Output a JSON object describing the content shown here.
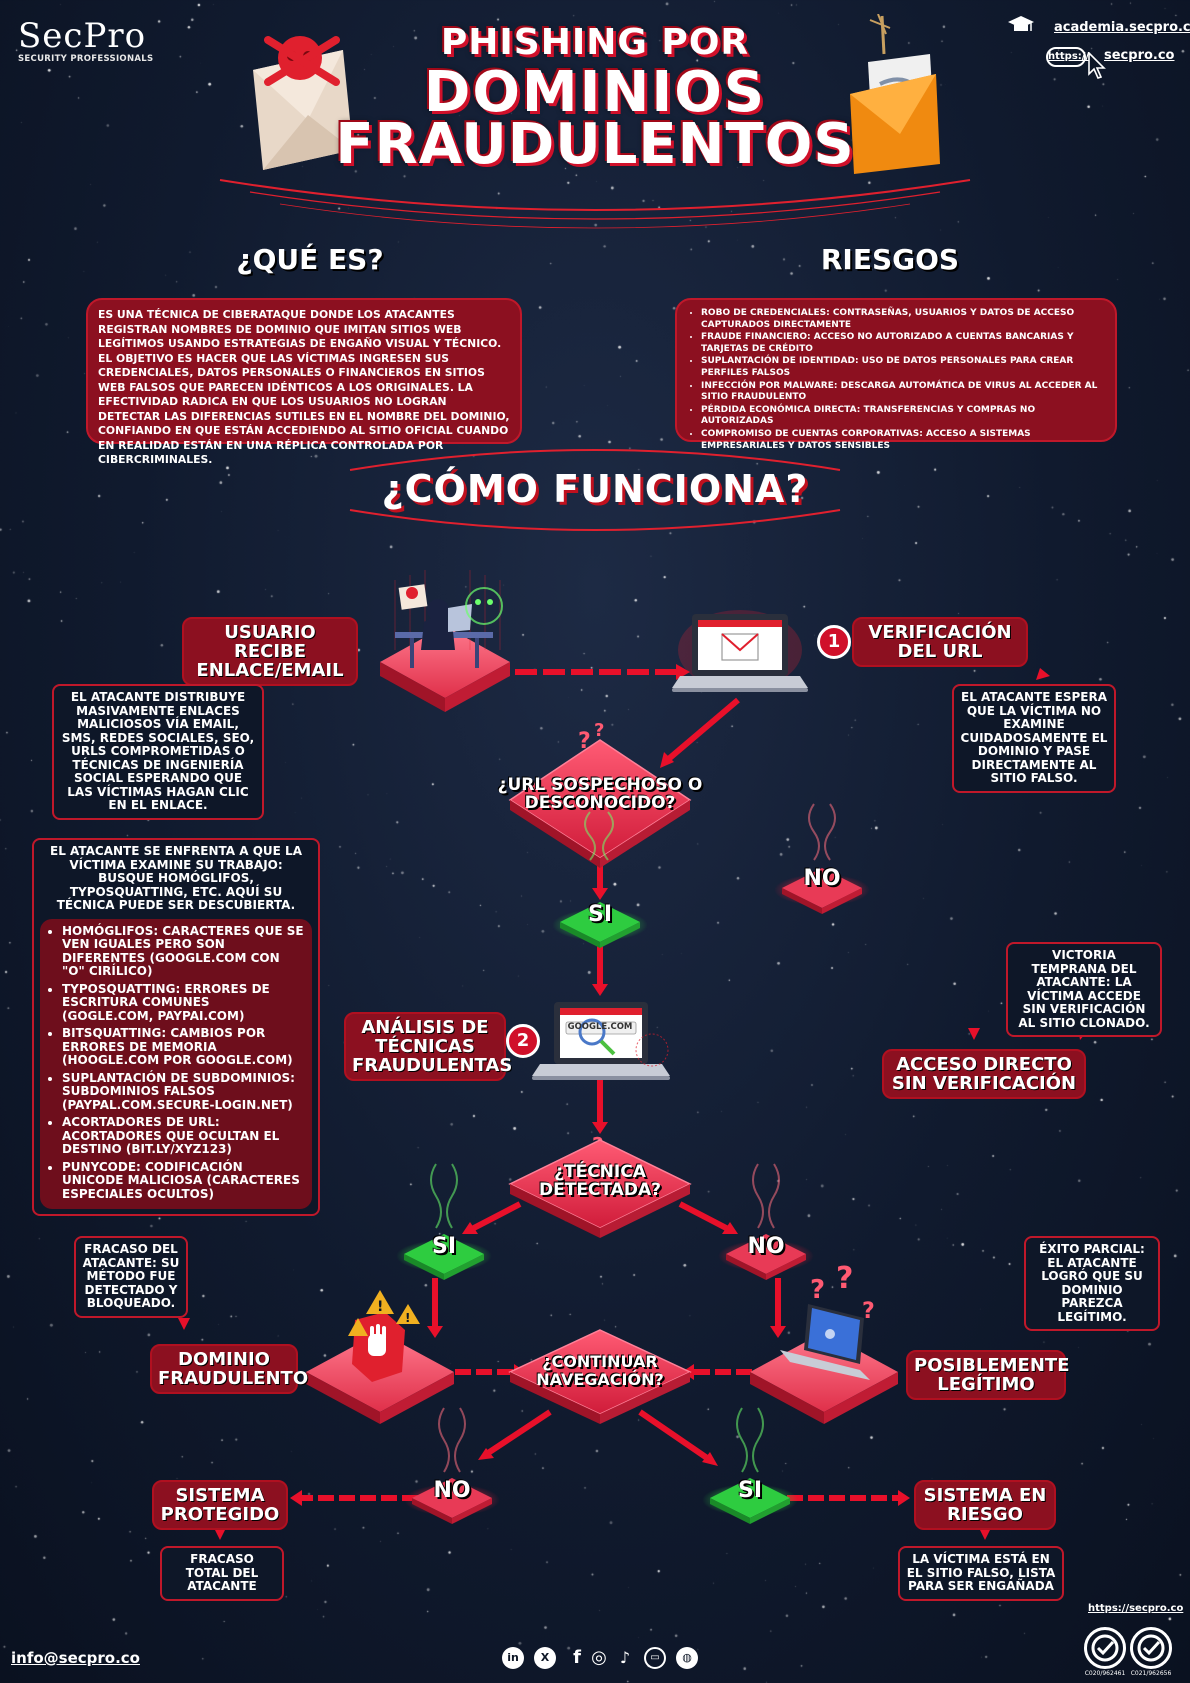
{
  "brand": {
    "logo": "SecPro",
    "tagline": "SECURITY PROFESSIONALS",
    "academy_link": "academia.secpro.co",
    "site_prefix": "https://",
    "site_link": "secpro.co"
  },
  "title": {
    "line1": "PHISHING POR",
    "line2": "DOMINIOS",
    "line3": "FRAUDULENTOS"
  },
  "que_es": {
    "heading": "¿QUÉ ES?",
    "text": "ES UNA TÉCNICA DE CIBERATAQUE DONDE LOS ATACANTES REGISTRAN NOMBRES DE DOMINIO QUE IMITAN SITIOS WEB LEGÍTIMOS USANDO ESTRATEGIAS DE ENGAÑO VISUAL Y TÉCNICO. EL OBJETIVO ES HACER QUE LAS VÍCTIMAS INGRESEN SUS CREDENCIALES, DATOS PERSONALES O FINANCIEROS EN SITIOS WEB FALSOS QUE PARECEN IDÉNTICOS A LOS ORIGINALES. LA EFECTIVIDAD RADICA EN QUE LOS USUARIOS NO LOGRAN DETECTAR LAS DIFERENCIAS SUTILES EN EL NOMBRE DEL DOMINIO, CONFIANDO EN QUE ESTÁN ACCEDIENDO AL SITIO OFICIAL CUANDO EN REALIDAD ESTÁN EN UNA RÉPLICA CONTROLADA POR CIBERCRIMINALES."
  },
  "riesgos": {
    "heading": "RIESGOS",
    "items": [
      "ROBO DE CREDENCIALES: CONTRASEÑAS, USUARIOS Y DATOS DE ACCESO CAPTURADOS DIRECTAMENTE",
      "FRAUDE FINANCIERO: ACCESO NO AUTORIZADO A CUENTAS BANCARIAS Y TARJETAS DE CRÉDITO",
      "SUPLANTACIÓN DE IDENTIDAD: USO DE DATOS PERSONALES PARA CREAR PERFILES FALSOS",
      "INFECCIÓN POR MALWARE: DESCARGA AUTOMÁTICA DE VIRUS AL ACCEDER AL SITIO FRAUDULENTO",
      "PÉRDIDA ECONÓMICA DIRECTA: TRANSFERENCIAS Y COMPRAS NO AUTORIZADAS",
      "COMPROMISO DE CUENTAS CORPORATIVAS: ACCESO A SISTEMAS EMPRESARIALES Y DATOS SENSIBLES"
    ]
  },
  "como_funciona": {
    "heading": "¿CÓMO FUNCIONA?"
  },
  "flow": {
    "usuario_recibe": "USUARIO RECIBE ENLACE/EMAIL",
    "usuario_note": "EL ATACANTE DISTRIBUYE MASIVAMENTE ENLACES MALICIOSOS VÍA EMAIL, SMS, REDES SOCIALES, SEO, URLS COMPROMETIDAS O TÉCNICAS DE INGENIERÍA SOCIAL ESPERANDO QUE LAS VÍCTIMAS HAGAN CLIC EN EL ENLACE.",
    "step1_number": "1",
    "verificacion": "VERIFICACIÓN DEL URL",
    "verificacion_note": "EL ATACANTE ESPERA QUE LA VÍCTIMA NO EXAMINE CUIDADOSAMENTE EL DOMINIO Y PASE DIRECTAMENTE AL SITIO FALSO.",
    "decision1": "¿URL SOSPECHOSO O DESCONOCIDO?",
    "d1_yes": "SI",
    "d1_no": "NO",
    "examine_note": "EL ATACANTE SE ENFRENTA A QUE LA VÍCTIMA EXAMINE SU TRABAJO: BUSQUE HOMÓGLIFOS, TYPOSQUATTING, ETC. AQUÍ SU TÉCNICA PUEDE SER DESCUBIERTA.",
    "techniques": [
      "HOMÓGLIFOS: CARACTERES QUE SE VEN IGUALES PERO SON DIFERENTES (GOOGLE.COM CON \"O\" CIRÍLICO)",
      "TYPOSQUATTING: ERRORES DE ESCRITURA COMUNES (GOGLE.COM, PAYPAI.COM)",
      "BITSQUATTING: CAMBIOS POR ERRORES DE MEMORIA (HOOGLE.COM POR GOOGLE.COM)",
      "SUPLANTACIÓN DE SUBDOMINIOS: SUBDOMINIOS FALSOS (PAYPAL.COM.SECURE-LOGIN.NET)",
      "ACORTADORES DE URL: ACORTADORES QUE OCULTAN EL DESTINO (BIT.LY/XYZ123)",
      "PUNYCODE: CODIFICACIÓN UNICODE MALICIOSA (CARACTERES ESPECIALES OCULTOS)"
    ],
    "victoria_note": "VICTORIA TEMPRANA DEL ATACANTE: LA VÍCTIMA ACCEDE SIN VERIFICACIÓN AL SITIO CLONADO.",
    "acceso_directo": "ACCESO DIRECTO SIN VERIFICACIÓN",
    "step2_number": "2",
    "analisis": "ANÁLISIS DE TÉCNICAS FRAUDULENTAS",
    "browser_url": "GOOGLE.COM",
    "decision2": "¿TÉCNICA DETECTADA?",
    "d2_yes": "SI",
    "d2_no": "NO",
    "fracaso_note": "FRACASO DEL ATACANTE: SU MÉTODO FUE DETECTADO Y BLOQUEADO.",
    "exito_note": "ÉXITO PARCIAL: EL ATACANTE LOGRÓ QUE SU DOMINIO PAREZCA LEGÍTIMO.",
    "dominio_fraudulento": "DOMINIO FRAUDULENTO",
    "posiblemente_legitimo": "POSIBLEMENTE LEGÍTIMO",
    "decision3": "¿CONTINUAR NAVEGACIÓN?",
    "d3_no": "NO",
    "d3_yes": "SI",
    "sistema_protegido": "SISTEMA PROTEGIDO",
    "fracaso_total": "FRACASO TOTAL DEL ATACANTE",
    "sistema_riesgo": "SISTEMA EN RIESGO",
    "riesgo_note": "LA VÍCTIMA ESTÁ EN EL SITIO FALSO, LISTA PARA SER ENGAÑADA"
  },
  "footer": {
    "email": "info@secpro.co",
    "site": "https://secpro.co",
    "cert1": "C020/962461",
    "cert2": "C021/962656",
    "socials": [
      "in",
      "X",
      "f",
      "◎",
      "♪",
      "▭",
      "◍"
    ]
  },
  "colors": {
    "primary_red": "#d0102a",
    "panel_red": "#8c1020",
    "diamond_pink": "#f0405a",
    "yes_green": "#2ecc40",
    "background": "#101a2e"
  }
}
